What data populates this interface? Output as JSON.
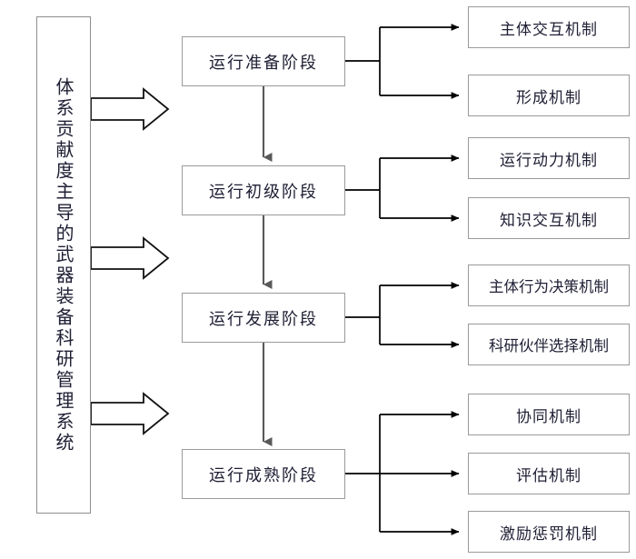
{
  "diagram": {
    "title_vertical": "体系贡献度主导的武器装备科研管理系统",
    "colors": {
      "box_border": "#9a9a9a",
      "sidebar_border": "#8e8e8e",
      "connector": "#000000",
      "vertical_arrow": "#595959",
      "text": "#202036",
      "background": "#ffffff"
    },
    "stages": [
      {
        "id": "stage-1",
        "label": "运行准备阶段"
      },
      {
        "id": "stage-2",
        "label": "运行初级阶段"
      },
      {
        "id": "stage-3",
        "label": "运行发展阶段"
      },
      {
        "id": "stage-4",
        "label": "运行成熟阶段"
      }
    ],
    "mechanisms": [
      {
        "id": "mech-1",
        "label": "主体交互机制",
        "stage": "stage-1"
      },
      {
        "id": "mech-2",
        "label": "形成机制",
        "stage": "stage-1"
      },
      {
        "id": "mech-3",
        "label": "运行动力机制",
        "stage": "stage-2"
      },
      {
        "id": "mech-4",
        "label": "知识交互机制",
        "stage": "stage-2"
      },
      {
        "id": "mech-5",
        "label": "主体行为决策机制",
        "stage": "stage-3"
      },
      {
        "id": "mech-6",
        "label": "科研伙伴选择机制",
        "stage": "stage-3"
      },
      {
        "id": "mech-7",
        "label": "协同机制",
        "stage": "stage-4"
      },
      {
        "id": "mech-8",
        "label": "评估机制",
        "stage": "stage-4"
      },
      {
        "id": "mech-9",
        "label": "激励惩罚机制",
        "stage": "stage-4"
      }
    ],
    "block_arrows": [
      {
        "id": "block-arrow-1"
      },
      {
        "id": "block-arrow-2"
      },
      {
        "id": "block-arrow-3"
      }
    ],
    "flow_arrows": [
      {
        "id": "flow-arrow-1",
        "from": "stage-1",
        "to": "stage-2"
      },
      {
        "id": "flow-arrow-2",
        "from": "stage-2",
        "to": "stage-3"
      },
      {
        "id": "flow-arrow-3",
        "from": "stage-3",
        "to": "stage-4"
      }
    ]
  }
}
